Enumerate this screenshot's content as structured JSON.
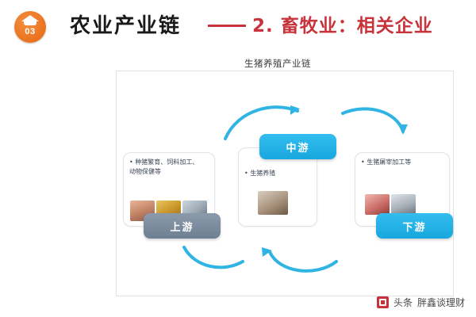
{
  "header": {
    "badge_number": "03",
    "title": "农业产业链",
    "subtitle": "2. 畜牧业：相关企业"
  },
  "diagram": {
    "title": "生猪养殖产业链",
    "stages": [
      {
        "key": "upstream",
        "tab_label": "上游",
        "tab_color": "#76879b",
        "text": "• 种猪繁育、饲料加工、\n动物保健等",
        "photos": [
          "pig-photo",
          "feed-photo",
          "vet-photo"
        ]
      },
      {
        "key": "midstream",
        "tab_label": "中游",
        "tab_color": "#22b0e6",
        "text": "• 生猪养殖",
        "photos": [
          "farm-photo"
        ]
      },
      {
        "key": "downstream",
        "tab_label": "下游",
        "tab_color": "#22b0e6",
        "text": "• 生猪屠宰加工等",
        "photos": [
          "meat-photo",
          "processing-photo"
        ]
      }
    ],
    "arrow_color": "#2fb4e3"
  },
  "footer": {
    "platform": "头条",
    "author": "胖鑫谈理财"
  }
}
